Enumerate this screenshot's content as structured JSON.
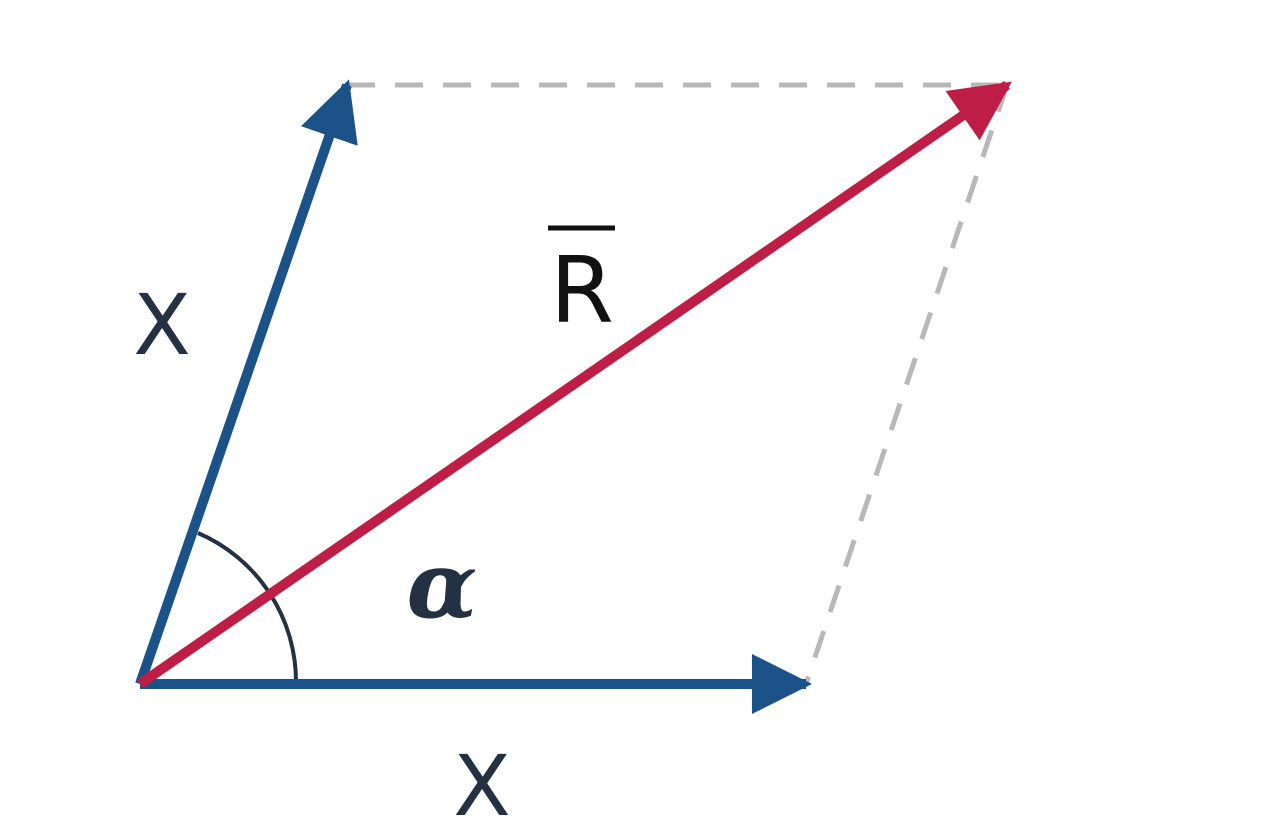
{
  "labels": {
    "vector_a": "X",
    "vector_b": "X",
    "resultant": "R",
    "angle": "α"
  },
  "colors": {
    "vector": "#1b5287",
    "resultant": "#be1e45",
    "guide": "#b8b8b8",
    "text": "#233142",
    "resultant_text": "#111111",
    "arc": "#233142"
  }
}
